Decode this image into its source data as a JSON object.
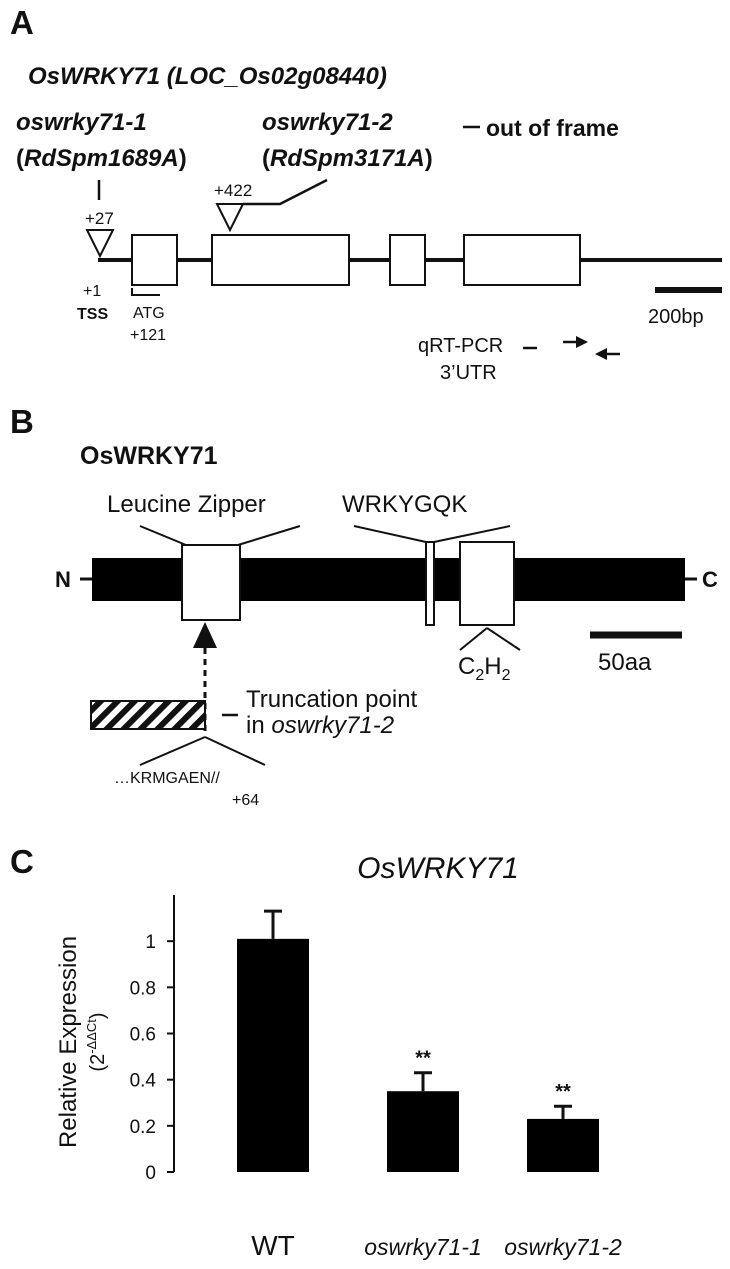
{
  "panel_a": {
    "letter": "A",
    "gene_name": "OsWRKY71",
    "gene_locus": "LOC_Os02g08440",
    "allele1_name": "oswrky71-1",
    "allele1_id": "RdSpm1689A",
    "allele2_name": "oswrky71-2",
    "allele2_id": "RdSpm3171A",
    "out_of_frame": "out of frame",
    "insert1_pos": "+27",
    "insert2_pos": "+422",
    "tss_pos": "+1",
    "tss_label": "TSS",
    "atg_label": "ATG",
    "atg_pos": "+121",
    "qrt_label": "qRT-PCR",
    "utr_label": "3’UTR",
    "scale_label": "200bp"
  },
  "panel_b": {
    "letter": "B",
    "protein_name": "OsWRKY71",
    "n_term": "N",
    "c_term": "C",
    "leucine_zipper": "Leucine Zipper",
    "wrky_motif": "WRKYGQK",
    "c2h2_c": "C",
    "c2h2_sub1": "2",
    "c2h2_h": "H",
    "c2h2_sub2": "2",
    "scale_label": "50aa",
    "truncation_line1": "Truncation point",
    "truncation_line2_prefix": "in ",
    "truncation_line2_allele": "oswrky71-2",
    "seq_label": "…KRMGAEN//",
    "seq_pos": "+64"
  },
  "panel_c": {
    "letter": "C"
  },
  "chart_data": {
    "type": "bar",
    "title": "OsWRKY71",
    "ylabel": "Relative Expression",
    "ylabel_unit_prefix": "(2",
    "ylabel_unit_sup": "-ΔΔCt",
    "ylabel_unit_suffix": ")",
    "ylim": [
      0,
      1.2
    ],
    "yticks": [
      "0",
      "0.2",
      "0.4",
      "0.6",
      "0.8",
      "1"
    ],
    "categories": [
      "WT",
      "oswrky71-1",
      "oswrky71-2"
    ],
    "values": [
      1.01,
      0.35,
      0.23
    ],
    "errors": [
      0.12,
      0.08,
      0.055
    ],
    "significance": [
      "",
      "**",
      "**"
    ],
    "bar_color": "#000000"
  }
}
